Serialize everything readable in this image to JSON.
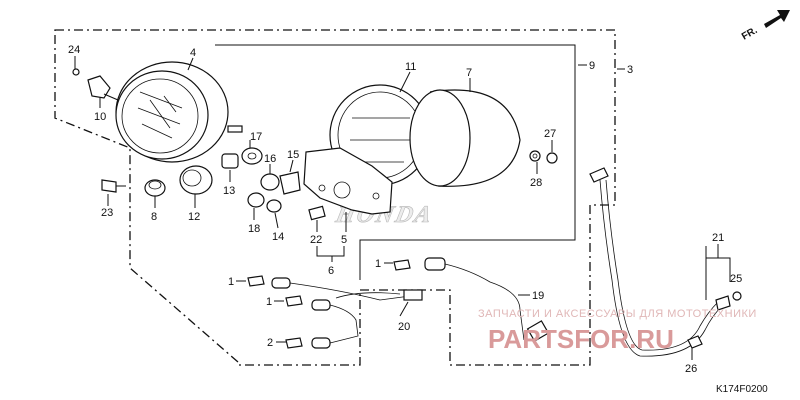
{
  "diagram": {
    "code": "K174F0200",
    "direction_label": "FR.",
    "brand_mark": "HONDA",
    "callouts": [
      "1",
      "1",
      "2",
      "3",
      "4",
      "5",
      "6",
      "7",
      "8",
      "9",
      "10",
      "11",
      "12",
      "13",
      "14",
      "15",
      "16",
      "17",
      "18",
      "19",
      "20",
      "21",
      "22",
      "23",
      "24",
      "25",
      "26",
      "27",
      "28"
    ]
  },
  "watermark": {
    "text": "ЗАПЧАСТИ И АКСЕССУАРЫ ДЛЯ МОТОТЕХНИКИ",
    "logo": "PARTSFOR.RU",
    "color": "#d99a9a"
  }
}
